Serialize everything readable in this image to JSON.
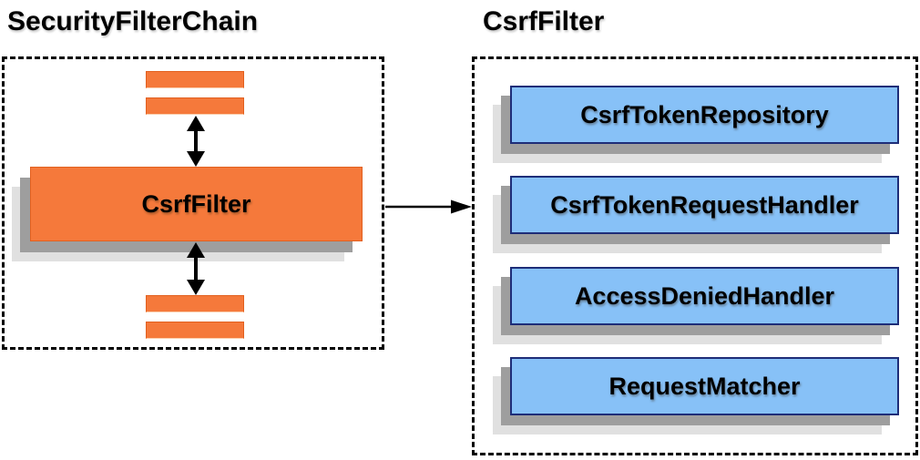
{
  "left_panel": {
    "title": "SecurityFilterChain",
    "csrf_filter_label": "CsrfFilter"
  },
  "right_panel": {
    "title": "CsrfFilter",
    "components": [
      "CsrfTokenRepository",
      "CsrfTokenRequestHandler",
      "AccessDeniedHandler",
      "RequestMatcher"
    ]
  },
  "colors": {
    "orange_fill": "#f5793b",
    "orange_border": "#e2601f",
    "blue_fill": "#87c1f7",
    "blue_border": "#1e2d78",
    "shadow_dark": "#9e9e9e",
    "shadow_light": "#e0e0e0",
    "line_black": "#000000"
  }
}
